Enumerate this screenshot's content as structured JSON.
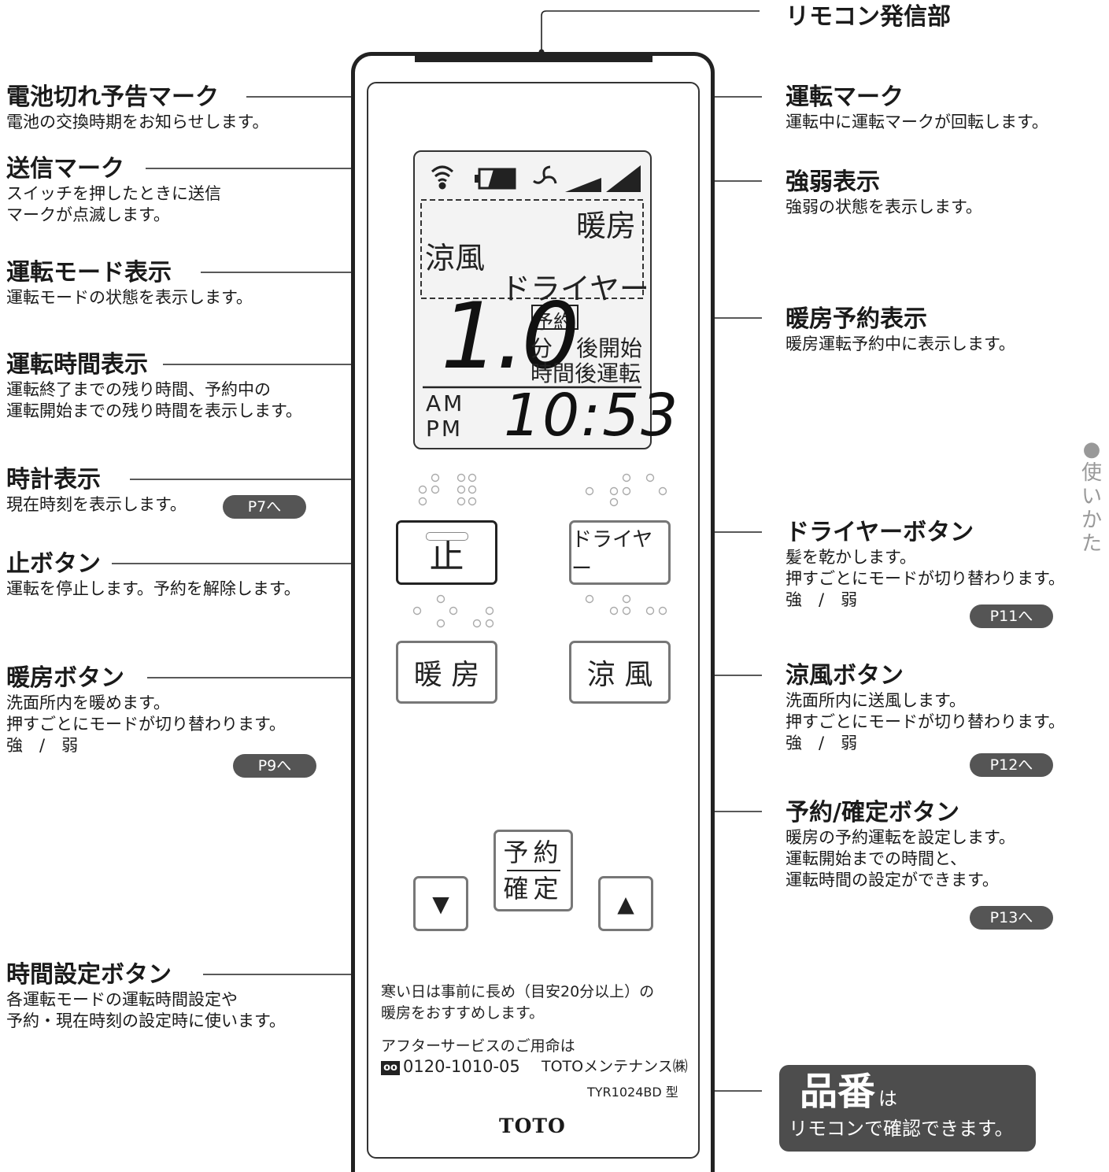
{
  "annotations": {
    "emitter": {
      "title": "リモコン発信部"
    },
    "battery": {
      "title": "電池切れ予告マーク",
      "desc": "電池の交換時期をお知らせします。"
    },
    "transmit": {
      "title": "送信マーク",
      "desc1": "スイッチを押したときに送信",
      "desc2": "マークが点滅します。"
    },
    "mode": {
      "title": "運転モード表示",
      "desc": "運転モードの状態を表示します。"
    },
    "time": {
      "title": "運転時間表示",
      "desc1": "運転終了までの残り時間、予約中の",
      "desc2": "運転開始までの残り時間を表示します。"
    },
    "clock": {
      "title": "時計表示",
      "desc": "現在時刻を表示します。",
      "page": "P7へ"
    },
    "stop": {
      "title": "止ボタン",
      "desc": "運転を停止します。予約を解除します。"
    },
    "heat": {
      "title": "暖房ボタン",
      "desc1": "洗面所内を暖めます。",
      "desc2": "押すごとにモードが切り替わります。",
      "desc3": "強　/　弱",
      "page": "P9へ"
    },
    "timeset": {
      "title": "時間設定ボタン",
      "desc1": "各運転モードの運転時間設定や",
      "desc2": "予約・現在時刻の設定時に使います。"
    },
    "running": {
      "title": "運転マーク",
      "desc": "運転中に運転マークが回転します。"
    },
    "strength": {
      "title": "強弱表示",
      "desc": "強弱の状態を表示します。"
    },
    "heat_reserve": {
      "title": "暖房予約表示",
      "desc": "暖房運転予約中に表示します。"
    },
    "dryer": {
      "title": "ドライヤーボタン",
      "desc1": "髪を乾かします。",
      "desc2": "押すごとにモードが切り替わります。",
      "desc3": "強　/　弱",
      "page": "P11へ"
    },
    "cool": {
      "title": "涼風ボタン",
      "desc1": "洗面所内に送風します。",
      "desc2": "押すごとにモードが切り替わります。",
      "desc3": "強　/　弱",
      "page": "P12へ"
    },
    "reserve": {
      "title": "予約/確定ボタン",
      "desc1": "暖房の予約運転を設定します。",
      "desc2": "運転開始までの時間と、",
      "desc3": "運転時間の設定ができます。",
      "page": "P13へ"
    }
  },
  "lcd": {
    "heat": "暖房",
    "cool": "涼風",
    "dryer": "ドライヤー",
    "reserve": "予約",
    "duration": "1.0",
    "min_label": "分",
    "after_start": "後開始",
    "hours_after": "時間後運転",
    "am": "AM",
    "pm": "PM",
    "clock": "10:53"
  },
  "buttons": {
    "stop": "止",
    "dryer": "ドライヤー",
    "heat": "暖 房",
    "cool": "涼 風",
    "reserve_top": "予約",
    "reserve_bottom": "確定",
    "down": "▼",
    "up": "▲"
  },
  "remote": {
    "note1": "寒い日は事前に長め（目安20分以上）の",
    "note2": "暖房をおすすめします。",
    "service1": "アフターサービスのご用命は",
    "service_phone": "0120-1010-05",
    "service_company": "TOTOメンテナンス㈱",
    "freedial": "oo",
    "model": "TYR1024BD 型",
    "brand": "TOTO"
  },
  "tip": {
    "big": "品番",
    "small": "は",
    "text": "リモコンで確認できます。"
  },
  "side_tab": {
    "bullet": "●",
    "label": [
      "使",
      "い",
      "か",
      "た"
    ]
  }
}
